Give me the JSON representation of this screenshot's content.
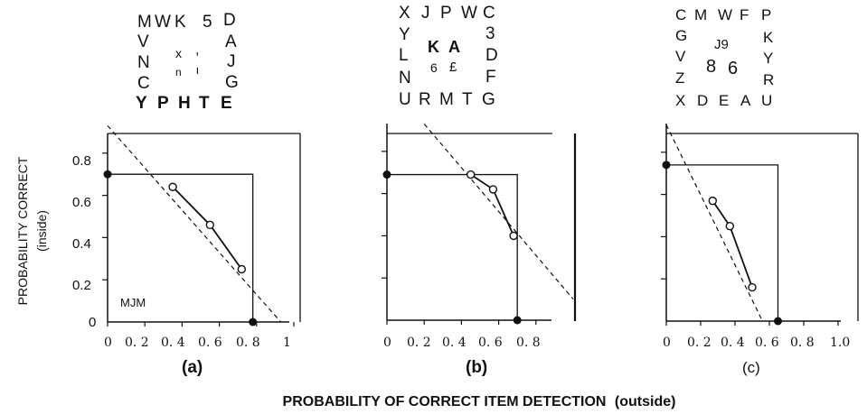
{
  "figure": {
    "y_axis_title": "PROBABILITY CORRECT",
    "y_axis_subtitle": "(inside)",
    "x_axis_title": "PROBABILITY OF CORRECT ITEM DETECTION",
    "x_axis_title_suffix": "(outside)"
  },
  "chart_data": [
    {
      "type": "line",
      "panel_label": "(a)",
      "annotation": "MJM",
      "xlim": [
        0,
        1.0
      ],
      "ylim": [
        0,
        0.9
      ],
      "x_ticks": [
        0,
        0.2,
        0.4,
        0.6,
        0.8,
        1.0
      ],
      "x_tick_labels": [
        "0",
        "0. 2",
        "0. 4",
        "0. 6",
        "0. 8",
        "1"
      ],
      "y_ticks": [
        0,
        0.2,
        0.4,
        0.6,
        0.8
      ],
      "y_tick_labels": [
        "0",
        "0.2",
        "0.4",
        "0.6",
        "0.8"
      ],
      "series": [
        {
          "x": [
            0.35,
            0.55,
            0.72
          ],
          "y": [
            0.64,
            0.46,
            0.25
          ],
          "marker": "open"
        },
        {
          "x": [
            0,
            0.78
          ],
          "y": [
            0.7,
            0
          ],
          "marker": "filled"
        }
      ],
      "reference_rectangle": {
        "x": 0.78,
        "y": 0.7
      },
      "dashed_line": {
        "x": [
          0,
          0.93
        ],
        "y": [
          0.93,
          0
        ]
      },
      "stimulus": {
        "top": [
          "M",
          "W",
          "K",
          "5",
          "D"
        ],
        "left": [
          "V",
          "N",
          "C"
        ],
        "right": [
          "A",
          "J",
          "G"
        ],
        "bottom": [
          "Y",
          "P",
          "H",
          "T",
          "E"
        ],
        "inner": [
          "x",
          ",",
          "n",
          "ι"
        ]
      }
    },
    {
      "type": "line",
      "panel_label": "(b)",
      "xlim": [
        0,
        1.0
      ],
      "ylim": [
        0,
        0.9
      ],
      "x_ticks": [
        0,
        0.2,
        0.4,
        0.6,
        0.8
      ],
      "x_tick_labels": [
        "0",
        "0. 2",
        "0. 4",
        "0. 6",
        "0. 8"
      ],
      "series": [
        {
          "x": [
            0.45,
            0.57,
            0.68
          ],
          "y": [
            0.69,
            0.62,
            0.4
          ],
          "marker": "open"
        },
        {
          "x": [
            0,
            0.7
          ],
          "y": [
            0.69,
            0
          ],
          "marker": "filled"
        }
      ],
      "reference_rectangle": {
        "x": 0.7,
        "y": 0.69
      },
      "dashed_line": {
        "x": [
          0.2,
          1.0
        ],
        "y": [
          0.93,
          0.1
        ]
      },
      "stimulus": {
        "top": [
          "X",
          "J",
          "P",
          "W",
          "C"
        ],
        "left": [
          "Y",
          "L",
          "N"
        ],
        "right": [
          "3",
          "D",
          "F"
        ],
        "bottom": [
          "U",
          "R",
          "M",
          "T",
          "G"
        ],
        "inner": [
          "K",
          "A",
          "6",
          "£"
        ]
      }
    },
    {
      "type": "line",
      "panel_label": "(c)",
      "xlim": [
        0,
        1.0
      ],
      "ylim": [
        0,
        0.9
      ],
      "x_ticks": [
        0,
        0.2,
        0.4,
        0.6,
        0.8,
        1.0
      ],
      "x_tick_labels": [
        "0",
        "0. 2",
        "0. 4",
        "0. 6",
        "0. 8",
        "1.0"
      ],
      "series": [
        {
          "x": [
            0.27,
            0.37,
            0.5
          ],
          "y": [
            0.57,
            0.45,
            0.16
          ],
          "marker": "open"
        },
        {
          "x": [
            0,
            0.65
          ],
          "y": [
            0.74,
            0
          ],
          "marker": "filled"
        }
      ],
      "reference_rectangle": {
        "x": 0.65,
        "y": 0.74
      },
      "dashed_line": {
        "x": [
          0,
          0.56
        ],
        "y": [
          0.93,
          0
        ]
      },
      "stimulus": {
        "top": [
          "C",
          "M",
          "W",
          "F",
          "P"
        ],
        "left": [
          "G",
          "V",
          "Z"
        ],
        "right": [
          "K",
          "Y",
          "R"
        ],
        "bottom": [
          "X",
          "D",
          "E",
          "A",
          "U"
        ],
        "inner": [
          "J9",
          "8",
          "6"
        ]
      }
    }
  ]
}
